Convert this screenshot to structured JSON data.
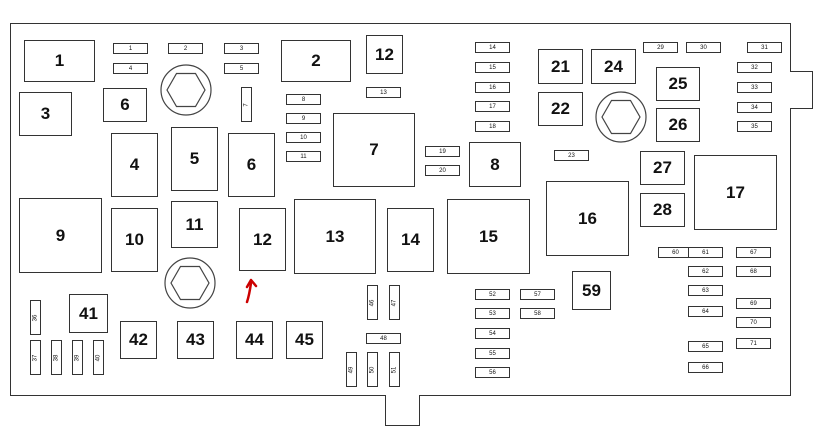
{
  "diagram": {
    "large_labels": {
      "f1": "1",
      "f2": "2",
      "f3": "3",
      "f4": "4",
      "f5": "5",
      "f6a": "6",
      "f6b": "6",
      "f7": "7",
      "f8": "8",
      "f9": "9",
      "f10": "10",
      "f11": "11",
      "f12a": "12",
      "f12b": "12",
      "f13": "13",
      "f14": "14",
      "f15": "15",
      "f16": "16",
      "f17": "17",
      "f21": "21",
      "f22": "22",
      "f24": "24",
      "f25": "25",
      "f26": "26",
      "f27": "27",
      "f28": "28",
      "f41": "41",
      "f42": "42",
      "f43": "43",
      "f44": "44",
      "f45": "45",
      "f59": "59"
    },
    "small_labels": {
      "s1": "1",
      "s2": "2",
      "s3": "3",
      "s4": "4",
      "s5": "5",
      "s7": "7",
      "s8": "8",
      "s9": "9",
      "s10": "10",
      "s11": "11",
      "s13": "13",
      "s14": "14",
      "s15": "15",
      "s16": "16",
      "s17": "17",
      "s18": "18",
      "s19": "19",
      "s20": "20",
      "s23": "23",
      "s29": "29",
      "s30": "30",
      "s31": "31",
      "s32": "32",
      "s33": "33",
      "s34": "34",
      "s35": "35",
      "s36": "36",
      "s37": "37",
      "s38": "38",
      "s39": "39",
      "s40": "40",
      "s46": "46",
      "s47": "47",
      "s48": "48",
      "s49": "49",
      "s50": "50",
      "s51": "51",
      "s52": "52",
      "s53": "53",
      "s54": "54",
      "s55": "55",
      "s56": "56",
      "s57": "57",
      "s58": "58",
      "s60": "60",
      "s61": "61",
      "s62": "62",
      "s63": "63",
      "s64": "64",
      "s65": "65",
      "s66": "66",
      "s67": "67",
      "s68": "68",
      "s69": "69",
      "s70": "70",
      "s71": "71"
    },
    "colors": {
      "line": "#333333",
      "bolt": "#444444",
      "arrow": "#cc0000"
    }
  }
}
